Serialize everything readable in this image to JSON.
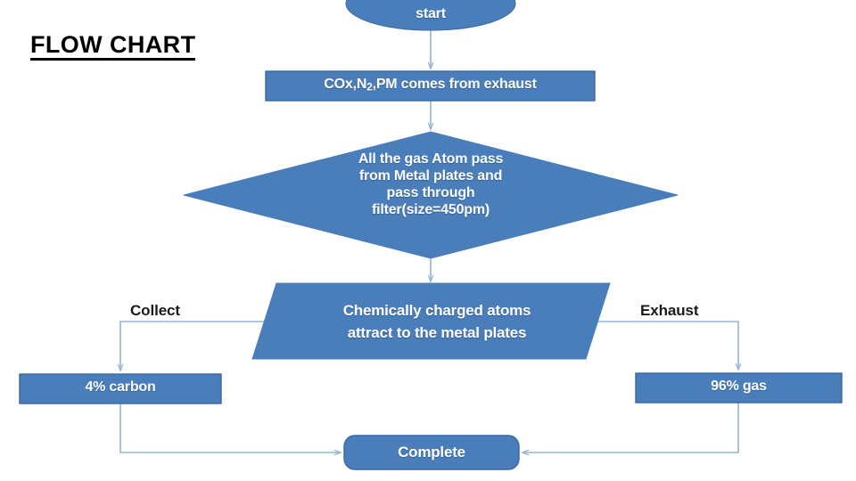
{
  "title": "FLOW CHART",
  "colors": {
    "shape_fill": "#4A7EBB",
    "shape_stroke": "#3A68A0",
    "connector": "#95B3D7",
    "label_text": "#FFFFFF",
    "edge_label_text": "#1A1A1A",
    "background": "#FFFFFF"
  },
  "nodes": [
    {
      "id": "start",
      "shape": "oval",
      "label": "start",
      "font_size": 16
    },
    {
      "id": "intake",
      "shape": "rectangle",
      "label": "COx,N2,PM comes from exhaust",
      "label_prefix": "COx,N",
      "label_subscript": "2",
      "label_suffix": ",PM comes from exhaust",
      "font_size": 16
    },
    {
      "id": "filter",
      "shape": "diamond",
      "label": "All the gas Atom pass\nfrom Metal plates and\npass through\nfilter(size=450pm)",
      "font_size": 16
    },
    {
      "id": "attract",
      "shape": "parallelogram",
      "label": "Chemically charged atoms\nattract to the metal plates",
      "font_size": 17
    },
    {
      "id": "carbon",
      "shape": "rectangle",
      "label": "4% carbon",
      "font_size": 16
    },
    {
      "id": "gas",
      "shape": "rectangle",
      "label": "96% gas",
      "font_size": 16
    },
    {
      "id": "complete",
      "shape": "rounded-rectangle",
      "label": "Complete",
      "font_size": 17
    }
  ],
  "edge_labels": [
    {
      "id": "collect",
      "label": "Collect"
    },
    {
      "id": "exhaust",
      "label": "Exhaust"
    }
  ],
  "chart_data": {
    "type": "diagram",
    "title": "FLOW CHART",
    "nodes": [
      "start",
      "COx,N2,PM comes from exhaust",
      "All the gas Atom pass from Metal plates and pass through filter(size=450pm)",
      "Chemically charged atoms attract to the metal plates",
      "4% carbon",
      "96% gas",
      "Complete"
    ],
    "edges": [
      {
        "from": "start",
        "to": "COx,N2,PM comes from exhaust",
        "label": ""
      },
      {
        "from": "COx,N2,PM comes from exhaust",
        "to": "All the gas Atom pass from Metal plates and pass through filter(size=450pm)",
        "label": ""
      },
      {
        "from": "All the gas Atom pass from Metal plates and pass through filter(size=450pm)",
        "to": "Chemically charged atoms attract to the metal plates",
        "label": ""
      },
      {
        "from": "Chemically charged atoms attract to the metal plates",
        "to": "4% carbon",
        "label": "Collect"
      },
      {
        "from": "Chemically charged atoms attract to the metal plates",
        "to": "96% gas",
        "label": "Exhaust"
      },
      {
        "from": "4% carbon",
        "to": "Complete",
        "label": ""
      },
      {
        "from": "96% gas",
        "to": "Complete",
        "label": ""
      }
    ]
  }
}
